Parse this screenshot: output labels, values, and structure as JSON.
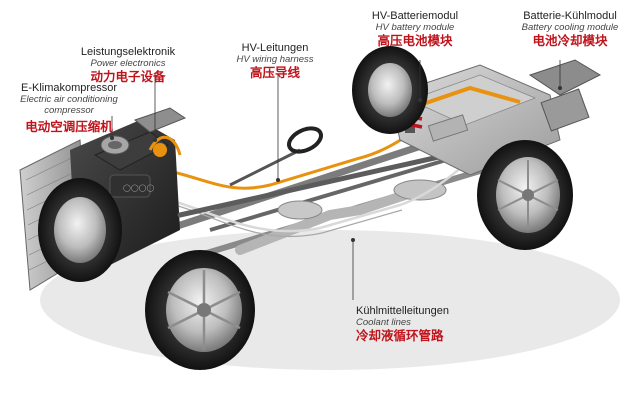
{
  "labels": {
    "power_electronics": {
      "de": "Leistungselektronik",
      "en": "Power electronics",
      "zh": "动力电子设备"
    },
    "ac_compressor": {
      "de": "E-Klimakompressor",
      "en1": "Electric air conditioning",
      "en2": "compressor",
      "zh": "电动空调压缩机"
    },
    "hv_wiring": {
      "de": "HV-Leitungen",
      "en": "HV wiring harness",
      "zh": "高压导线"
    },
    "hv_battery": {
      "de": "HV-Batteriemodul",
      "en": "HV battery module",
      "zh": "高压电池模块"
    },
    "battery_cooling": {
      "de": "Batterie-Kühlmodul",
      "en": "Battery cooling module",
      "zh": "电池冷却模块"
    },
    "coolant_lines": {
      "de": "Kühlmittelleitungen",
      "en": "Coolant lines",
      "zh": "冷却液循环管路"
    }
  },
  "colors": {
    "zh_label": "#c0141c",
    "hv_orange": "#e8920f",
    "body_dark": "#2b2b2b",
    "metal": "#9a9a9a"
  }
}
